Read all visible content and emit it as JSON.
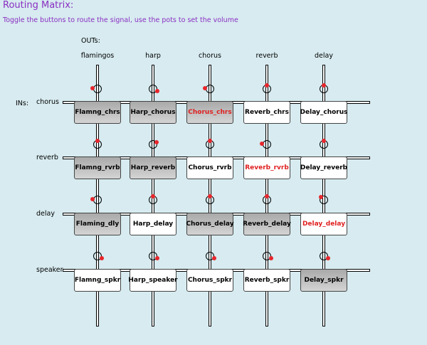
{
  "title": "Routing Matrix:",
  "subtitle": "Toggle the buttons to route the signal, use the pots to set the volume",
  "outs_label": "OUTs:",
  "ins_label": "INs:",
  "outputs": [
    "flamingos",
    "harp",
    "chorus",
    "reverb",
    "delay"
  ],
  "inputs": [
    "chorus",
    "reverb",
    "delay",
    "speaker"
  ],
  "colors": {
    "background": "#d7ebf0",
    "title": "#8a2ec2",
    "accent_red": "#e02020",
    "knob_dot": "#e8262c"
  },
  "cells": [
    [
      {
        "label": "Flamng_chrs",
        "active": true,
        "red": false,
        "pot": "left"
      },
      {
        "label": "Harp_chorus",
        "active": true,
        "red": false,
        "pot": "right"
      },
      {
        "label": "Chorus_chrs",
        "active": true,
        "red": true,
        "pot": "left"
      },
      {
        "label": "Reverb_chrs",
        "active": false,
        "red": false,
        "pot": "top"
      },
      {
        "label": "Delay_chorus",
        "active": false,
        "red": false,
        "pot": "top"
      }
    ],
    [
      {
        "label": "Flamng_rvrb",
        "active": true,
        "red": false,
        "pot": "top"
      },
      {
        "label": "Harp_reverb",
        "active": true,
        "red": false,
        "pot": "topright"
      },
      {
        "label": "Chorus_rvrb",
        "active": false,
        "red": false,
        "pot": "top"
      },
      {
        "label": "Reverb_rvrb",
        "active": false,
        "red": true,
        "pot": "left"
      },
      {
        "label": "Delay_reverb",
        "active": false,
        "red": false,
        "pot": "top"
      }
    ],
    [
      {
        "label": "Flaming_dly",
        "active": true,
        "red": false,
        "pot": "left"
      },
      {
        "label": "Harp_delay",
        "active": false,
        "red": false,
        "pot": "top"
      },
      {
        "label": "Chorus_delay",
        "active": true,
        "red": false,
        "pot": "top"
      },
      {
        "label": "Reverb_delay",
        "active": true,
        "red": false,
        "pot": "top"
      },
      {
        "label": "Delay_delay",
        "active": false,
        "red": true,
        "pot": "topleft"
      }
    ],
    [
      {
        "label": "Flamng_spkr",
        "active": false,
        "red": false,
        "pot": "right"
      },
      {
        "label": "Harp_speaker",
        "active": false,
        "red": false,
        "pot": "right"
      },
      {
        "label": "Chorus_spkr",
        "active": false,
        "red": false,
        "pot": "right"
      },
      {
        "label": "Reverb_spkr",
        "active": false,
        "red": false,
        "pot": "right"
      },
      {
        "label": "Delay_spkr",
        "active": true,
        "red": false,
        "pot": "right"
      }
    ]
  ]
}
